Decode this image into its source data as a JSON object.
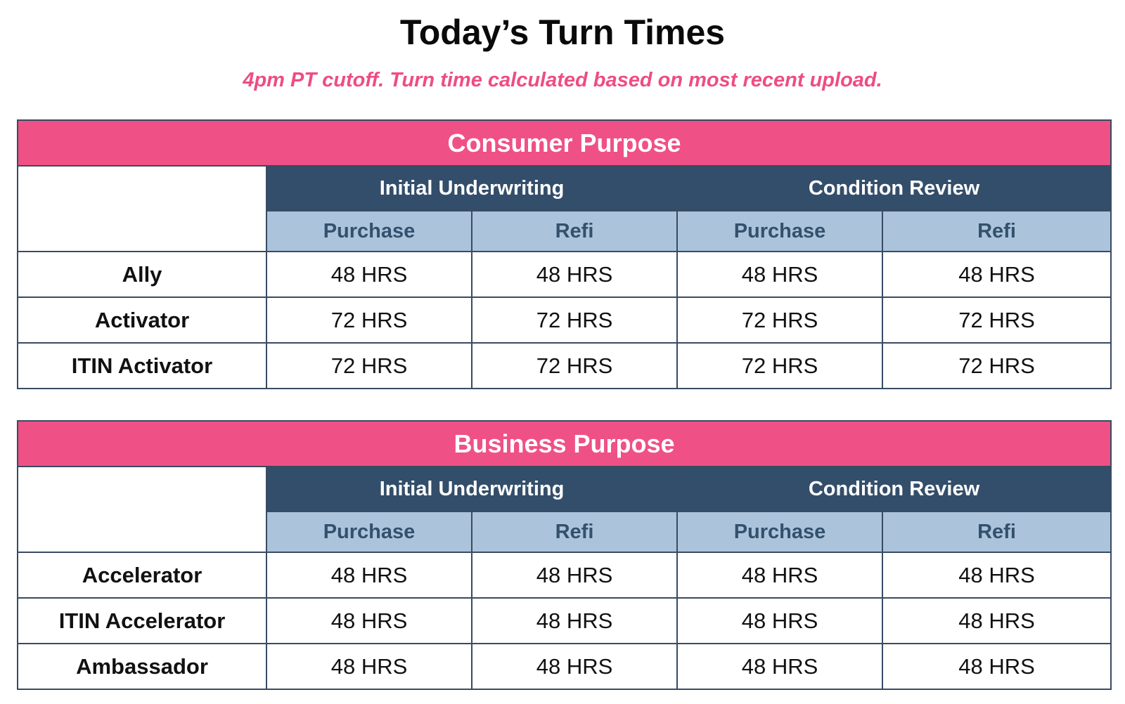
{
  "title": "Today’s Turn Times",
  "subtitle": "4pm PT cutoff. Turn time calculated based on most recent upload.",
  "colors": {
    "accent_pink": "#ef5186",
    "header_navy": "#334e6a",
    "subheader_blue": "#abc4dc",
    "subtitle_pink": "#ee4d82"
  },
  "tables": [
    {
      "section": "Consumer Purpose",
      "groups": [
        "Initial Underwriting",
        "Condition Review"
      ],
      "columns": [
        "Purchase",
        "Refi",
        "Purchase",
        "Refi"
      ],
      "rows": [
        {
          "label": "Ally",
          "values": [
            "48 HRS",
            "48 HRS",
            "48 HRS",
            "48 HRS"
          ]
        },
        {
          "label": "Activator",
          "values": [
            "72 HRS",
            "72 HRS",
            "72 HRS",
            "72 HRS"
          ]
        },
        {
          "label": "ITIN Activator",
          "values": [
            "72 HRS",
            "72 HRS",
            "72 HRS",
            "72 HRS"
          ]
        }
      ]
    },
    {
      "section": "Business Purpose",
      "groups": [
        "Initial Underwriting",
        "Condition Review"
      ],
      "columns": [
        "Purchase",
        "Refi",
        "Purchase",
        "Refi"
      ],
      "rows": [
        {
          "label": "Accelerator",
          "values": [
            "48 HRS",
            "48 HRS",
            "48 HRS",
            "48 HRS"
          ]
        },
        {
          "label": "ITIN Accelerator",
          "values": [
            "48 HRS",
            "48 HRS",
            "48 HRS",
            "48 HRS"
          ]
        },
        {
          "label": "Ambassador",
          "values": [
            "48 HRS",
            "48 HRS",
            "48 HRS",
            "48 HRS"
          ]
        }
      ]
    }
  ]
}
